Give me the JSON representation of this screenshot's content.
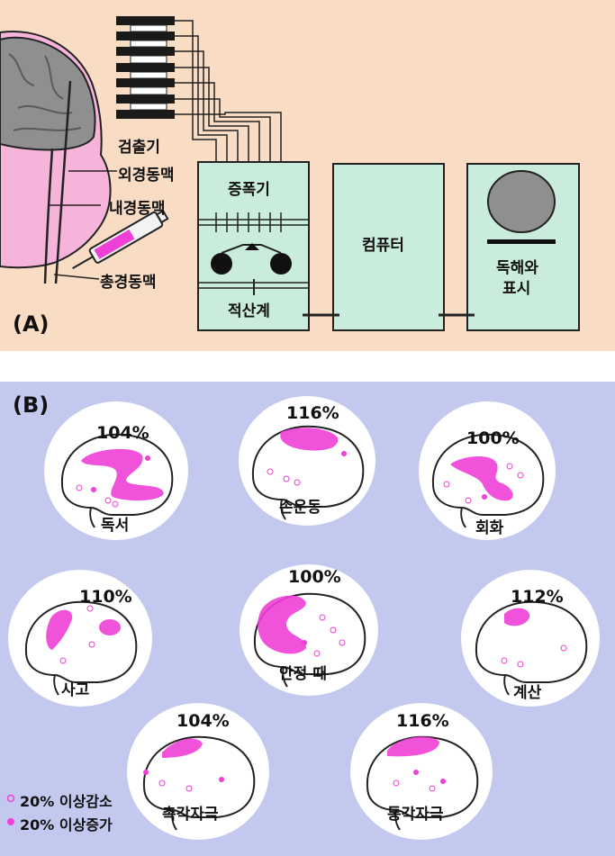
{
  "panel_a": {
    "label": "(A)",
    "detector": "검출기",
    "external_carotid": "외경동맥",
    "internal_carotid": "내경동맥",
    "common_carotid": "총경동맥",
    "amplifier": "증폭기",
    "integrator": "적산계",
    "computer": "컴퓨터",
    "readout_line1": "독해와",
    "readout_line2": "표시"
  },
  "panel_b": {
    "label": "(B)",
    "brains": [
      {
        "pct": "104%",
        "caption": "독서"
      },
      {
        "pct": "116%",
        "caption": "손운동"
      },
      {
        "pct": "100%",
        "caption": "회화"
      },
      {
        "pct": "110%",
        "caption": "사고"
      },
      {
        "pct": "100%",
        "caption": "안정 때"
      },
      {
        "pct": "112%",
        "caption": "계산"
      },
      {
        "pct": "104%",
        "caption": "촉각자극"
      },
      {
        "pct": "116%",
        "caption": "통각자극"
      }
    ],
    "legend": {
      "decrease": "20% 이상감소",
      "increase": "20% 이상증가"
    }
  },
  "colors": {
    "panel_a_bg": "#f9dcc4",
    "panel_b_bg": "#c3c8ee",
    "box_fill": "#c9ecdc",
    "activity_magenta": "#ee3fd6",
    "head_pink": "#f6b4da",
    "brain_gray": "#8f8f8f"
  }
}
